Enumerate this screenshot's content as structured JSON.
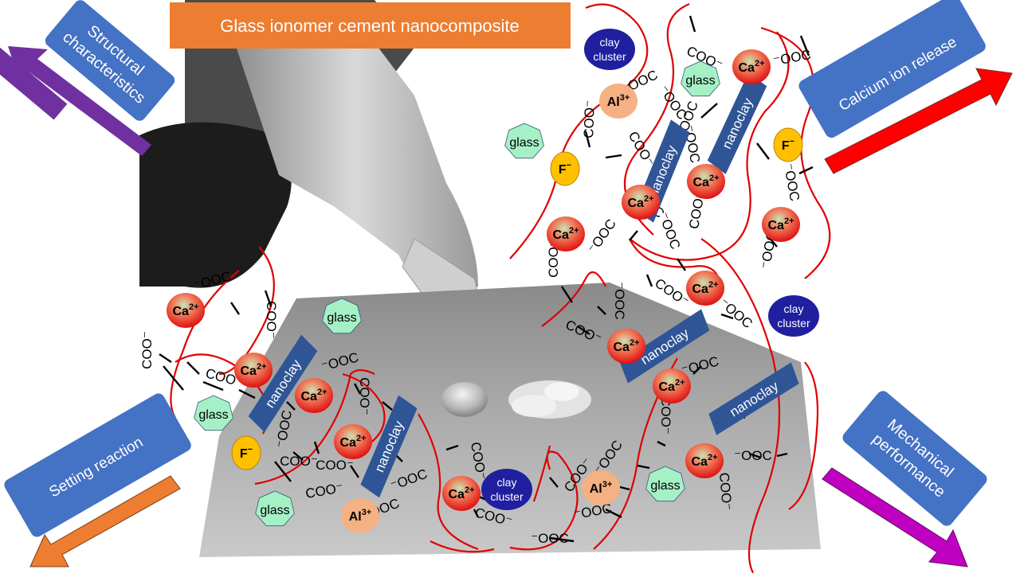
{
  "title": "Glass ionomer cement nanocomposite",
  "corner_labels": {
    "structural": [
      "Structural",
      "characteristics"
    ],
    "calcium": "Calcium ion release",
    "setting": "Setting reaction",
    "mechanical": [
      "Mechanical",
      "performance"
    ]
  },
  "species": {
    "calcium": {
      "symbol": "Ca",
      "charge": "2+"
    },
    "aluminium": {
      "symbol": "Al",
      "charge": "3+"
    },
    "fluoride": {
      "symbol": "F",
      "charge": "−"
    },
    "glass": "glass",
    "nanoclay": "nanoclay",
    "clay_cluster": [
      "clay",
      "cluster"
    ]
  },
  "groups": {
    "coo": "COO⁻",
    "ooc": "⁻OOC"
  },
  "colors": {
    "title_bg": "#ed7d31",
    "label_bg": "#4472c4",
    "chain": "#e00000",
    "nanoclay": "#2f5597",
    "cluster": "#1f1f9f",
    "glass": "#a6f0c6",
    "fluoride": "#ffc000",
    "aluminium": "#f4b183",
    "arrow_structural": "#7030a0",
    "arrow_calcium": "#ff0000",
    "arrow_setting": "#ed7d31",
    "arrow_mechanical": "#c000c0"
  }
}
